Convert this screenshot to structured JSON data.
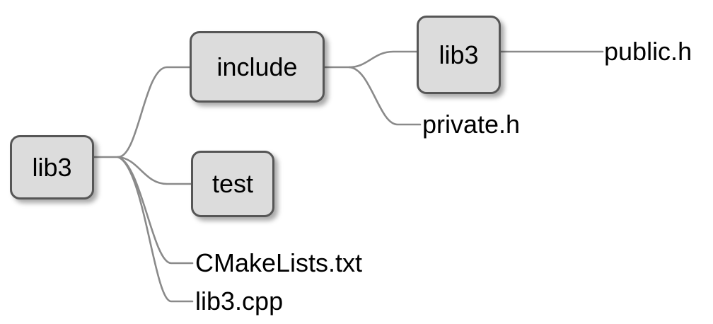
{
  "diagram": {
    "type": "directory-tree",
    "title": "lib3 directory tree",
    "background_color": "#ffffff",
    "edge_color": "#8a8a8a",
    "box_fill_color": "#dcdcdc",
    "box_border_color": "#565656",
    "text_color": "#000000"
  },
  "nodes": {
    "root": {
      "label": "lib3",
      "kind": "folder"
    },
    "include": {
      "label": "include",
      "kind": "folder"
    },
    "include_lib3": {
      "label": "lib3",
      "kind": "folder"
    },
    "test": {
      "label": "test",
      "kind": "folder"
    }
  },
  "leaves": {
    "public_h": {
      "label": "public.h",
      "kind": "file"
    },
    "private_h": {
      "label": "private.h",
      "kind": "file"
    },
    "cmakelists": {
      "label": "CMakeLists.txt",
      "kind": "file"
    },
    "lib3_cpp": {
      "label": "lib3.cpp",
      "kind": "file"
    }
  },
  "edges": [
    {
      "from": "root",
      "to": "include"
    },
    {
      "from": "root",
      "to": "test"
    },
    {
      "from": "root",
      "to": "cmakelists"
    },
    {
      "from": "root",
      "to": "lib3_cpp"
    },
    {
      "from": "include",
      "to": "include_lib3"
    },
    {
      "from": "include",
      "to": "private_h"
    },
    {
      "from": "include_lib3",
      "to": "public_h"
    }
  ]
}
